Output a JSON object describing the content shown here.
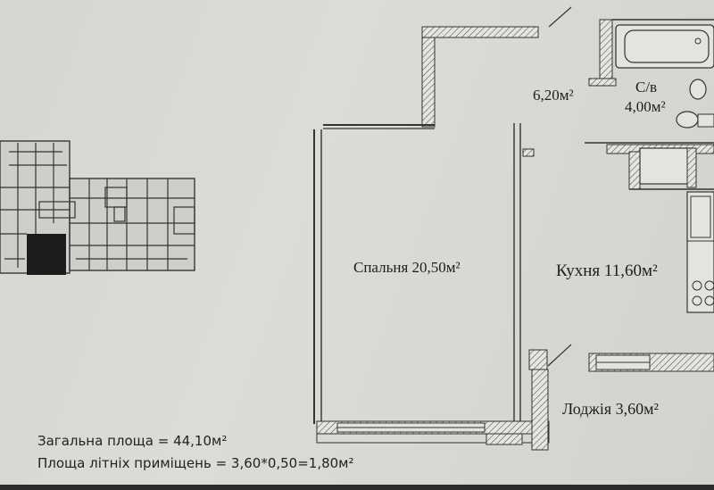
{
  "rooms": {
    "corridor": "6,20м²",
    "bathroom_title": "С/в",
    "bathroom_area": "4,00м²",
    "bedroom": "Спальня 20,50м²",
    "kitchen": "Кухня 11,60м²",
    "loggia": "Лоджія 3,60м²"
  },
  "summary": {
    "total_area": "Загальна площа  = 44,10м²",
    "summer_area": "Площа літніх приміщень = 3,60*0,50=1,80м²"
  }
}
